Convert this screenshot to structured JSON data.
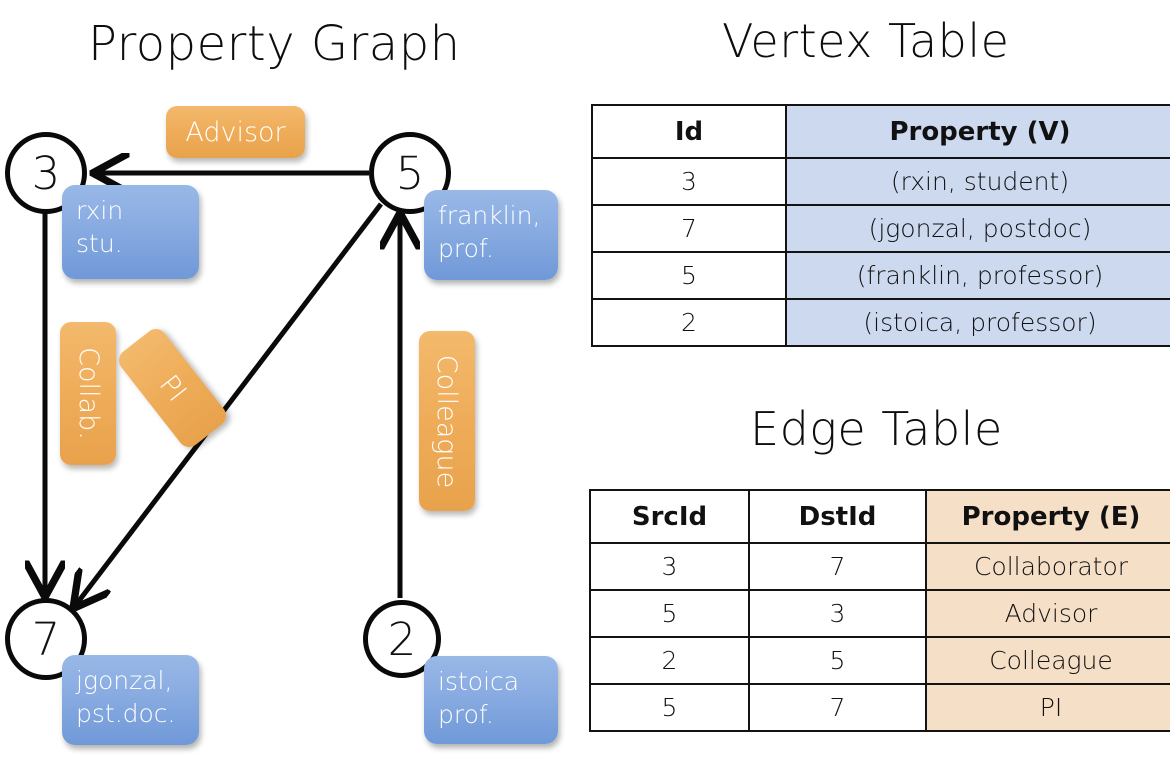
{
  "titles": {
    "graph": "Property Graph",
    "vertex": "Vertex Table",
    "edge": "Edge Table"
  },
  "graph": {
    "nodes": [
      {
        "id": "3",
        "property_line1": "rxin",
        "property_line2": "stu."
      },
      {
        "id": "5",
        "property_line1": "franklin,",
        "property_line2": "prof."
      },
      {
        "id": "7",
        "property_line1": "jgonzal,",
        "property_line2": "pst.doc."
      },
      {
        "id": "2",
        "property_line1": "istoica",
        "property_line2": "prof."
      }
    ],
    "edge_labels": [
      {
        "name": "advisor",
        "text": "Advisor"
      },
      {
        "name": "collab",
        "text": "Collab."
      },
      {
        "name": "pi",
        "text": "PI"
      },
      {
        "name": "colleague",
        "text": "Colleague"
      }
    ],
    "edges": [
      {
        "src": "5",
        "dst": "3",
        "label": "Advisor"
      },
      {
        "src": "3",
        "dst": "7",
        "label": "Collab."
      },
      {
        "src": "5",
        "dst": "7",
        "label": "PI"
      },
      {
        "src": "2",
        "dst": "5",
        "label": "Colleague"
      }
    ]
  },
  "vertex_table": {
    "headers": [
      "Id",
      "Property (V)"
    ],
    "rows": [
      {
        "id": "3",
        "property": "(rxin, student)"
      },
      {
        "id": "7",
        "property": "(jgonzal, postdoc)"
      },
      {
        "id": "5",
        "property": "(franklin, professor)"
      },
      {
        "id": "2",
        "property": "(istoica, professor)"
      }
    ]
  },
  "edge_table": {
    "headers": [
      "SrcId",
      "DstId",
      "Property (E)"
    ],
    "rows": [
      {
        "src": "3",
        "dst": "7",
        "property": "Collaborator"
      },
      {
        "src": "5",
        "dst": "3",
        "property": "Advisor"
      },
      {
        "src": "2",
        "dst": "5",
        "property": "Colleague"
      },
      {
        "src": "5",
        "dst": "7",
        "property": "PI"
      }
    ]
  },
  "colors": {
    "vertex_property_fill": "#ccd9ef",
    "edge_property_fill": "#f5dfc7",
    "node_box_blue": "#8badE2",
    "edge_label_orange": "#eeab57",
    "stroke": "#0a0a0a",
    "background": "#ffffff"
  }
}
